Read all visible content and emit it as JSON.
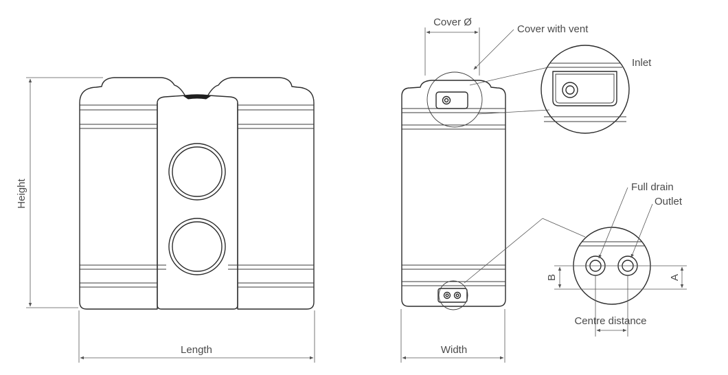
{
  "labels": {
    "cover_diameter": "Cover Ø",
    "cover_with_vent": "Cover with vent",
    "inlet": "Inlet",
    "height": "Height",
    "length": "Length",
    "width": "Width",
    "full_drain": "Full drain",
    "outlet": "Outlet",
    "dim_a": "A",
    "dim_b": "B",
    "centre_distance": "Centre distance"
  }
}
